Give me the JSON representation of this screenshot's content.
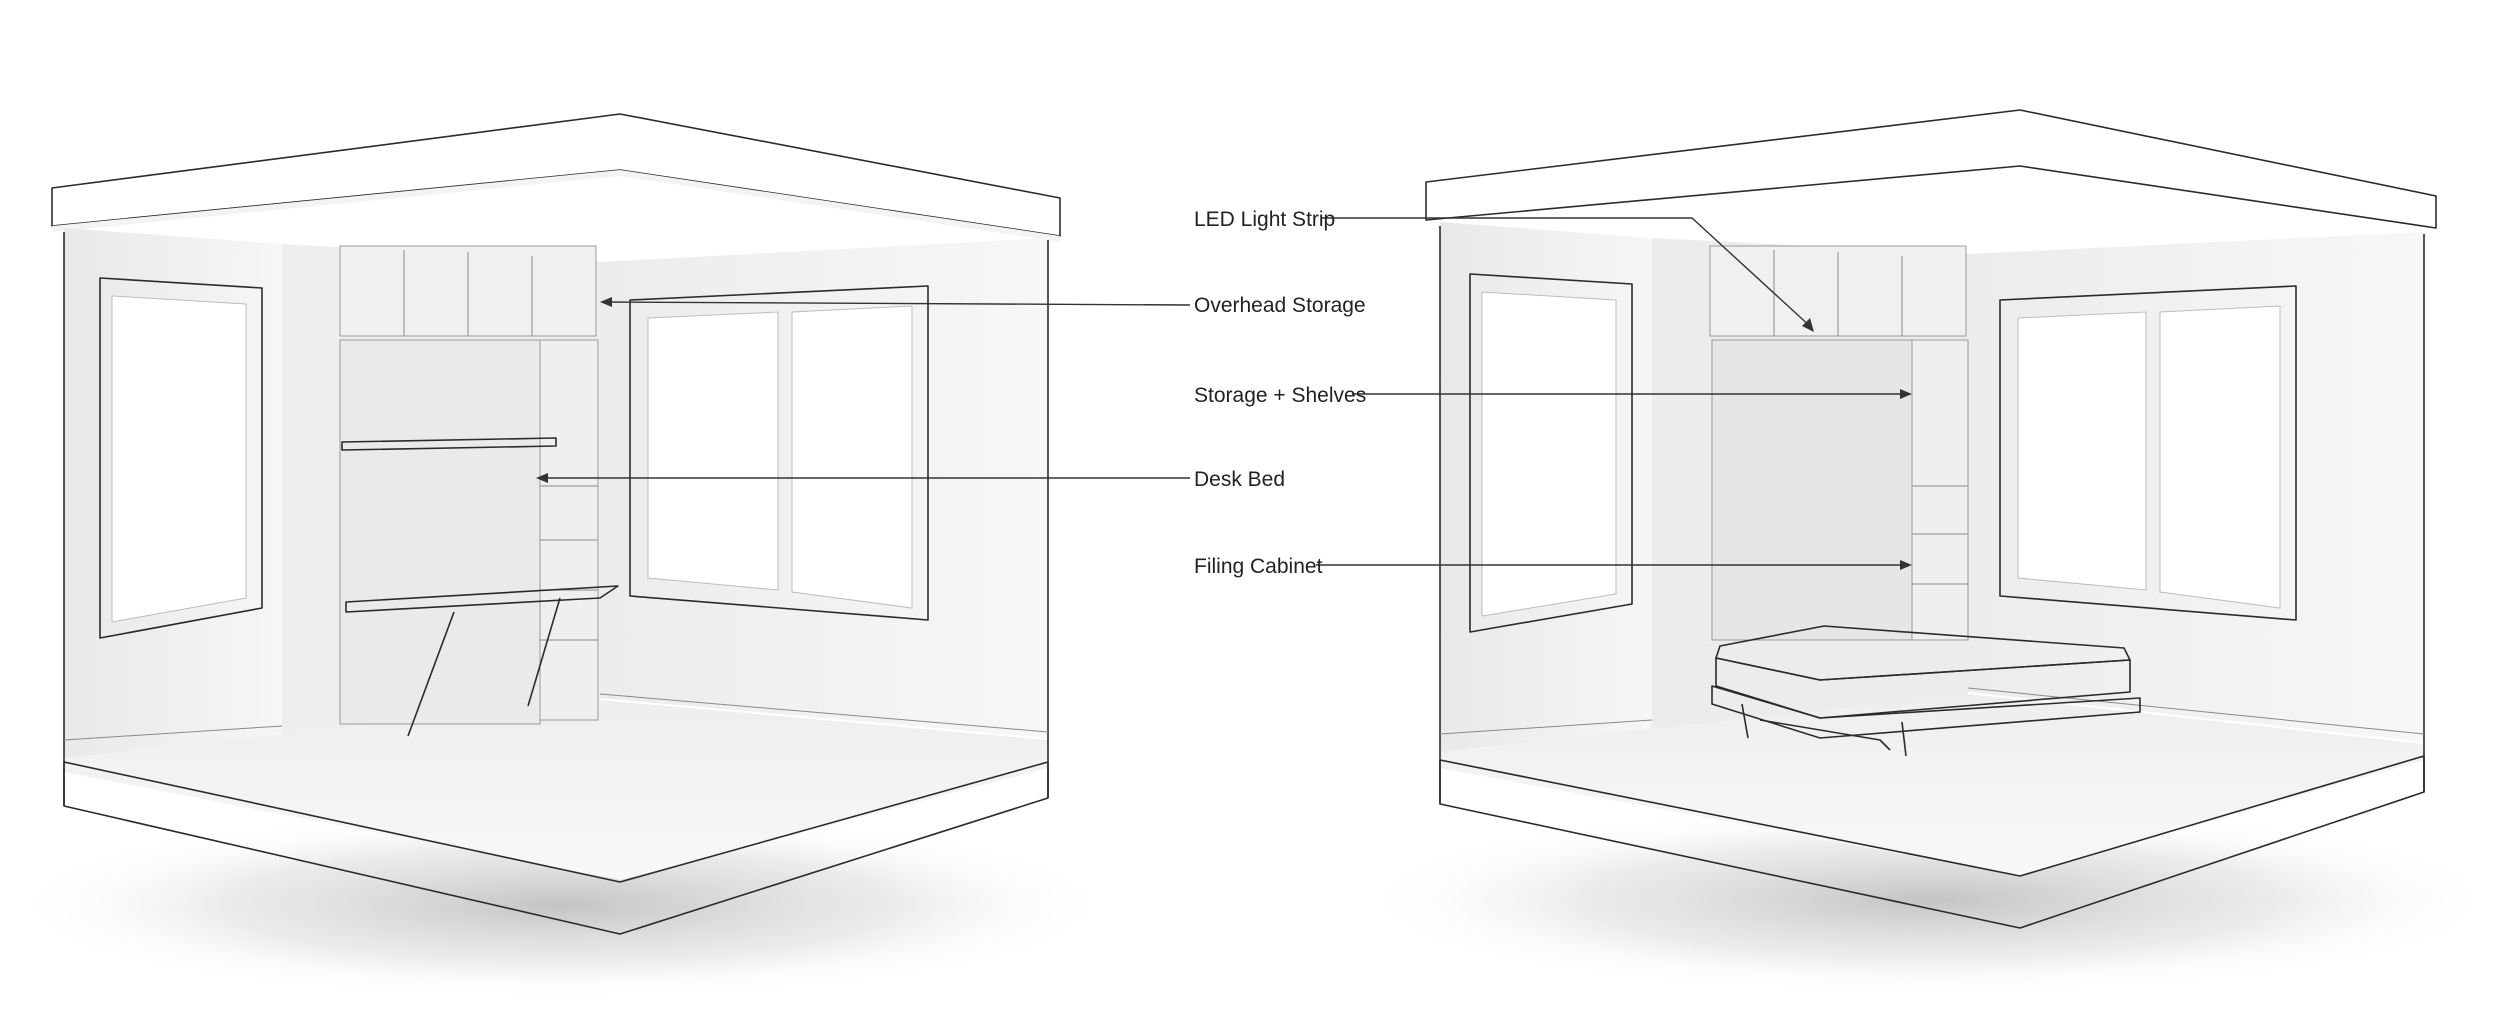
{
  "callouts": {
    "overhead_storage": "Overhead Storage",
    "desk_bed": "Desk Bed",
    "led_light_strip": "LED Light Strip",
    "storage_shelves": "Storage + Shelves",
    "filing_cabinet": "Filing Cabinet"
  },
  "colors": {
    "wall": "#f1f1f1",
    "wall_shade": "#e4e4e4",
    "floor": "#f4f4f4",
    "window_glass": "#ffffff",
    "outline": "#2b2b2b",
    "label_text": "#222222"
  }
}
